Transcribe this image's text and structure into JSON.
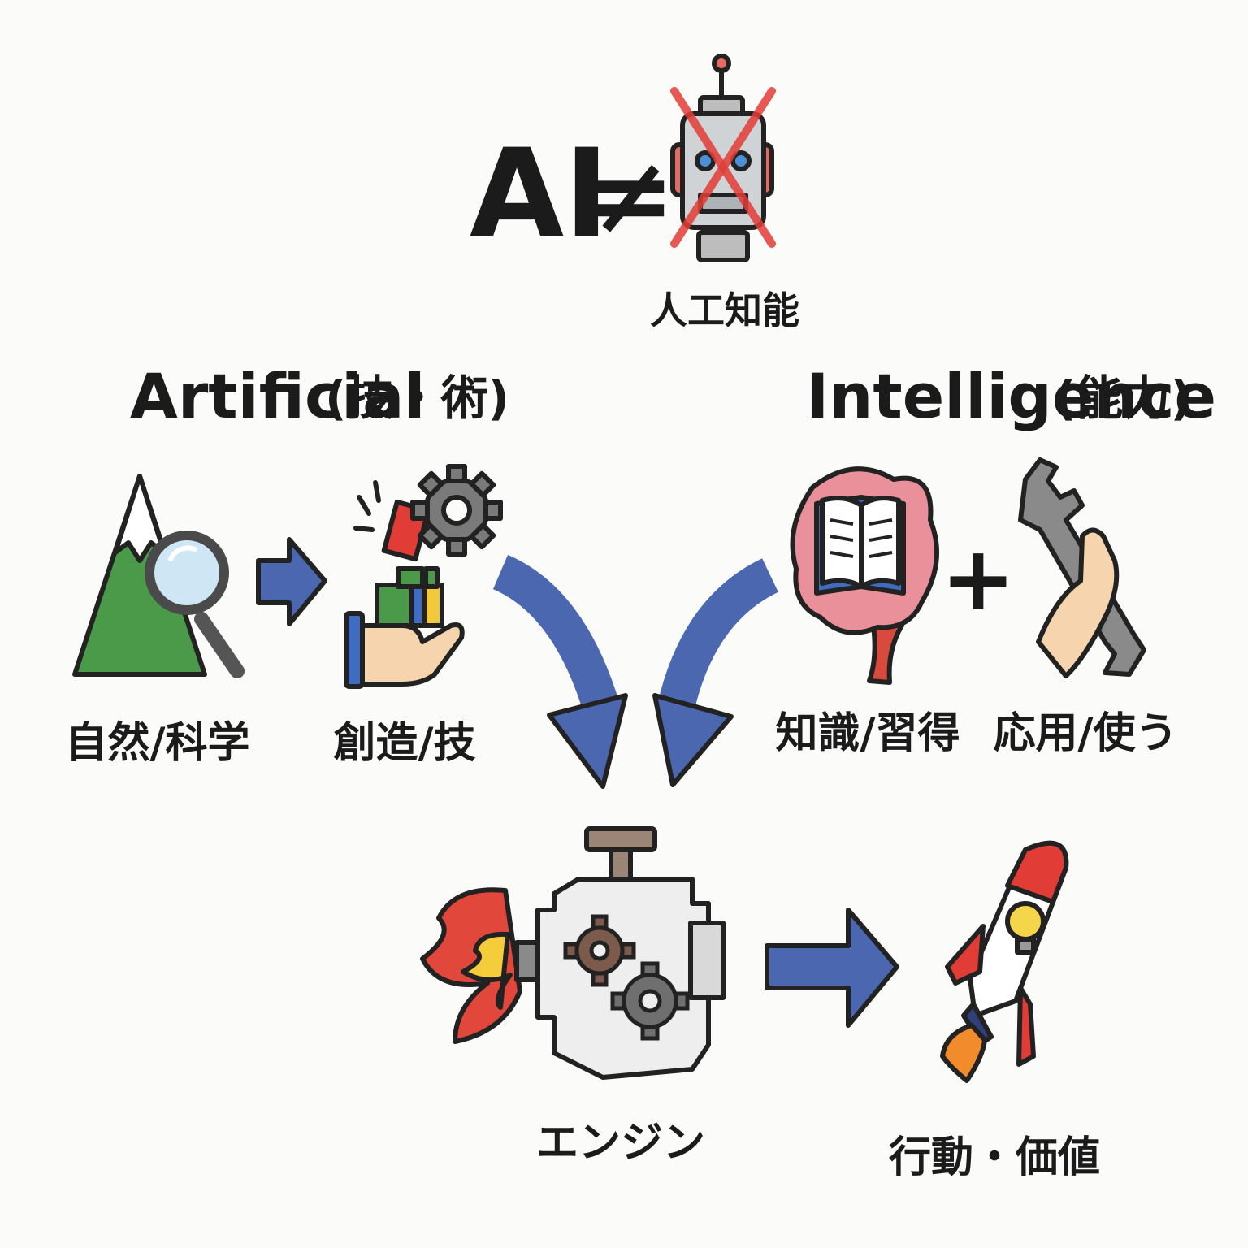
{
  "title": {
    "ai": "AI",
    "neq": "≠",
    "robot_caption": "人工知能"
  },
  "artificial": {
    "heading": "Artificial",
    "paren": "(技・術)"
  },
  "intelligence": {
    "heading": "Intelligence",
    "paren": "(能力)"
  },
  "items": {
    "science": "自然/科学",
    "creation": "創造/技",
    "knowledge": "知識/習得",
    "application": "応用/使う",
    "engine": "エンジン",
    "value": "行動・価値"
  },
  "plus": "+",
  "icons": {
    "robot": "robot-crossed-out-icon",
    "mountain": "mountain-magnifier-icon",
    "hand_blocks": "hand-building-blocks-icon",
    "brain_book": "brain-book-icon",
    "hand_wrench": "hand-wrench-icon",
    "engine": "engine-gears-icon",
    "fire": "fire-icon",
    "rocket": "rocket-lightbulb-icon"
  },
  "colors": {
    "arrow": "#4a67b0",
    "cross": "#e23c37",
    "mountain": "#4a9a4a",
    "brain": "#e9909a",
    "gear": "#7a7a7a",
    "flame_outer": "#e2473b",
    "flame_inner": "#f5cd3a"
  }
}
